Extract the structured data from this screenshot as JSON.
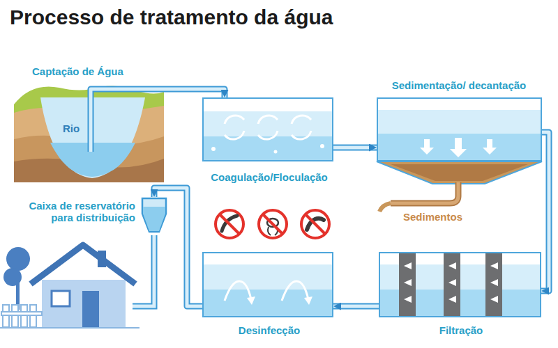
{
  "diagram": {
    "title": "Processo de tratamento da água",
    "nodes": [
      {
        "text": [
          "Captação de Água",
          "Rio"
        ]
      },
      {
        "text": [
          "Coagulação/Floculação"
        ]
      },
      {
        "text": [
          "Sedimentação/ decantação"
        ]
      },
      {
        "text": [
          "Filtração"
        ]
      },
      {
        "text": [
          "Desinfecção"
        ]
      },
      {
        "text": [
          "Caixa de reservatório para distribuição"
        ]
      }
    ],
    "edges": [
      {
        "from": 0,
        "to": 1,
        "arrow": "to"
      },
      {
        "from": 1,
        "to": 2,
        "arrow": "to"
      },
      {
        "from": 2,
        "to": 3,
        "arrow": "to"
      },
      {
        "from": 3,
        "to": 4,
        "arrow": "to"
      },
      {
        "from": 4,
        "to": 5,
        "arrow": "to"
      }
    ],
    "labels": [
      "Sedimentos"
    ]
  }
}
